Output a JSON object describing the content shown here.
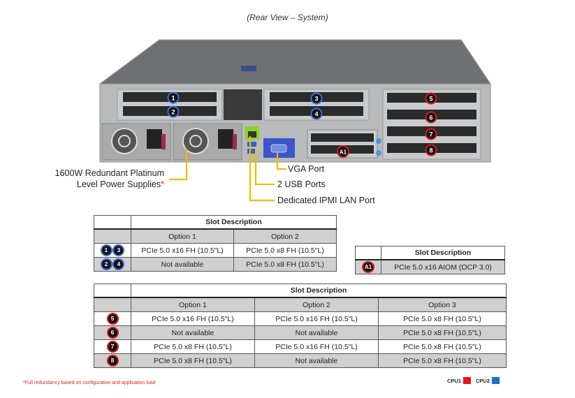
{
  "title": "(Rear View – System)",
  "callouts": {
    "psu_line1": "1600W Redundant Platinum",
    "psu_line2": "Level Power Supplies",
    "psu_asterisk": "*",
    "vga": "VGA Port",
    "usb": "2 USB Ports",
    "ipmi": "Dedicated IPMI LAN Port"
  },
  "slot_badges": {
    "cpu2_slots": [
      "1",
      "2",
      "3",
      "4"
    ],
    "cpu1_slots": [
      "5",
      "6",
      "7",
      "8",
      "A1"
    ]
  },
  "colors": {
    "cpu1": "#e01818",
    "cpu2": "#1f6fc6",
    "callout_line": "#f5b800",
    "footnote": "#e02020"
  },
  "table1": {
    "header": "Slot Description",
    "options": [
      "Option 1",
      "Option 2"
    ],
    "rows": [
      {
        "slots": [
          "1",
          "3"
        ],
        "cells": [
          "PCIe 5.0 x16 FH (10.5\"L)",
          "PCIe 5.0 x8 FH (10.5\"L)"
        ]
      },
      {
        "slots": [
          "2",
          "4"
        ],
        "cells": [
          "Not available",
          "PCIe 5.0 x8 FH (10.5\"L)"
        ]
      }
    ]
  },
  "table2": {
    "header": "Slot Description",
    "rows": [
      {
        "slots": [
          "A1"
        ],
        "cells": [
          "PCIe 5.0 x16 AIOM (OCP 3.0)"
        ]
      }
    ]
  },
  "table3": {
    "header": "Slot Description",
    "options": [
      "Option 1",
      "Option 2",
      "Option 3"
    ],
    "rows": [
      {
        "slots": [
          "5"
        ],
        "cells": [
          "PCIe 5.0 x16 FH (10.5\"L)",
          "PCIe 5.0 x16 FH (10.5\"L)",
          "PCIe 5.0 x8 FH (10.5\"L)"
        ]
      },
      {
        "slots": [
          "6"
        ],
        "cells": [
          "Not available",
          "Not available",
          "PCIe 5.0 x8 FH (10.5\"L)"
        ]
      },
      {
        "slots": [
          "7"
        ],
        "cells": [
          "PCIe 5.0 x8 FH (10.5\"L)",
          "PCIe 5.0 x16 FH (10.5\"L)",
          "PCIe 5.0 x8 FH (10.5\"L)"
        ]
      },
      {
        "slots": [
          "8"
        ],
        "cells": [
          "PCIe 5.0 x8 FH (10.5\"L)",
          "Not available",
          "PCIe 5.0 x8 FH (10.5\"L)"
        ]
      }
    ]
  },
  "footnote": "*Full redundancy based on configuration and application load",
  "legend": [
    {
      "label": "CPU1",
      "color": "#e01818"
    },
    {
      "label": "CPU2",
      "color": "#1f6fc6"
    }
  ]
}
